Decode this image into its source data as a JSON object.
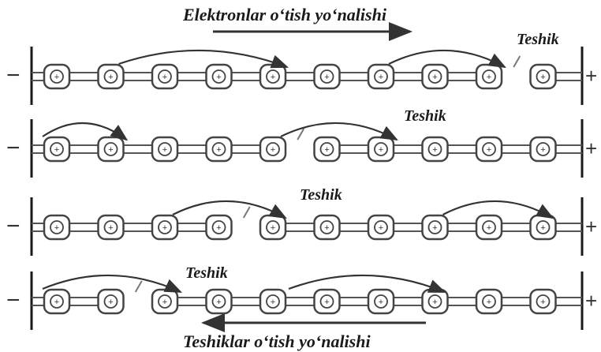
{
  "top_label": "Elektronlar o‘tish yo‘nalishi",
  "bottom_label": "Teshiklar o‘tish yo‘nalishi",
  "hole_label": "Teshik",
  "left_sign": "−",
  "right_sign": "+",
  "atom_symbol": "+",
  "rows": [
    {
      "atoms": 10,
      "hole_after_atom": 9
    },
    {
      "atoms": 10,
      "hole_after_atom": 5
    },
    {
      "atoms": 10,
      "hole_after_atom": 4
    },
    {
      "atoms": 10,
      "hole_after_atom": 2
    }
  ],
  "colors": {
    "ink": "#1a1a1a",
    "chain": "#555555",
    "atom": "#444444"
  }
}
